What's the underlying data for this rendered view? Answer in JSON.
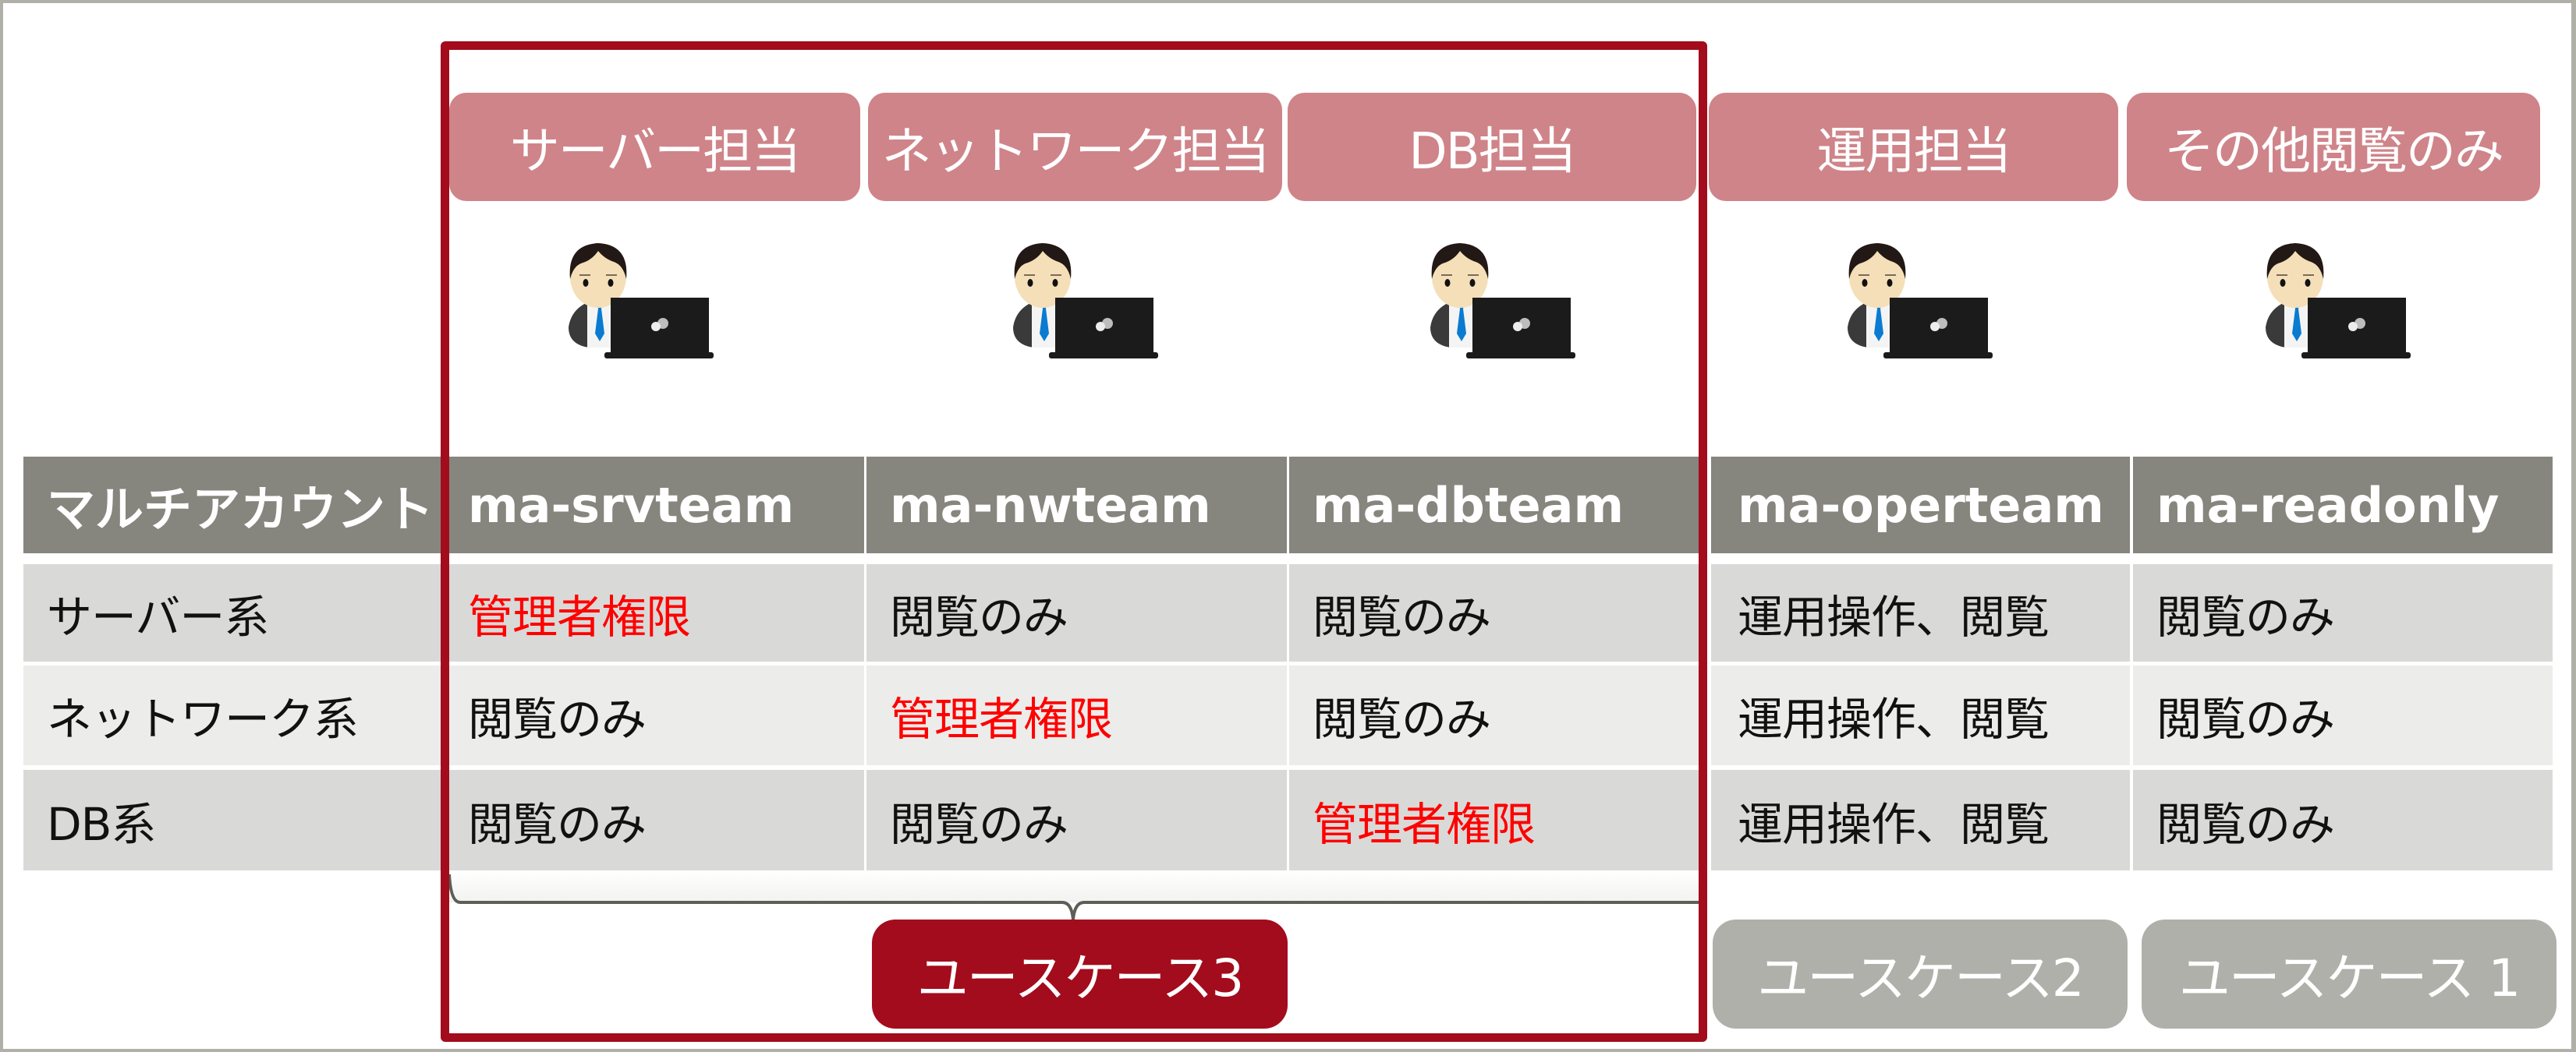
{
  "roles": [
    {
      "label": "サーバー担当"
    },
    {
      "label": "ネットワーク担当"
    },
    {
      "label": "DB担当"
    },
    {
      "label": "運用担当"
    },
    {
      "label": "その他閲覧のみ"
    }
  ],
  "table": {
    "header": [
      "マルチアカウント",
      "ma-srvteam",
      "ma-nwteam",
      "ma-dbteam",
      "ma-operteam",
      "ma-readonly"
    ],
    "rows": [
      {
        "label": "サーバー系",
        "cells": [
          "管理者権限",
          "閲覧のみ",
          "閲覧のみ",
          "運用操作、閲覧",
          "閲覧のみ"
        ]
      },
      {
        "label": "ネットワーク系",
        "cells": [
          "閲覧のみ",
          "管理者権限",
          "閲覧のみ",
          "運用操作、閲覧",
          "閲覧のみ"
        ]
      },
      {
        "label": "DB系",
        "cells": [
          "閲覧のみ",
          "閲覧のみ",
          "管理者権限",
          "運用操作、閲覧",
          "閲覧のみ"
        ]
      }
    ]
  },
  "use_cases": {
    "uc3": "ユースケース3",
    "uc2": "ユースケース2",
    "uc1": "ユースケース 1"
  },
  "colors": {
    "role_pill": "#CF8489",
    "header_bg": "#86857E",
    "row_dark": "#D9D9D7",
    "row_light": "#ECECEA",
    "admin_text": "#FF0000",
    "usecase3_accent": "#A30C1C",
    "usecase_inactive": "#B0B0AA"
  },
  "icons": {
    "person": "person-with-laptop-icon"
  }
}
